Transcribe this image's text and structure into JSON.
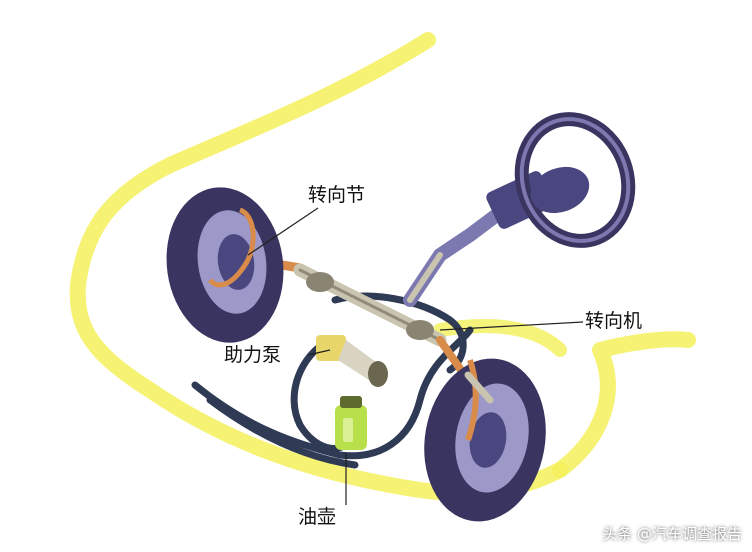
{
  "labels": {
    "steering_knuckle": "转向节",
    "steering_gear": "转向机",
    "power_pump": "助力泵",
    "oil_reservoir": "油壶"
  },
  "watermark": "头条 @汽车调查报告",
  "colors": {
    "background": "#ffffff",
    "body_outline": "#f4f05a",
    "tire": "#3a3560",
    "tire_rim": "#9c98c8",
    "hose": "#2f3a55",
    "reservoir": "#b8e04a",
    "metal": "#c9c4b0",
    "bracket": "#d98c4a"
  },
  "icons": [
    "steering-wheel-icon",
    "wheel-icon",
    "reservoir-icon",
    "pump-icon"
  ]
}
